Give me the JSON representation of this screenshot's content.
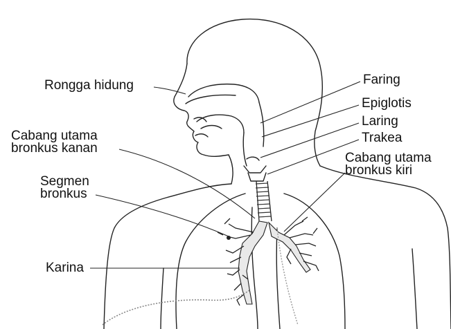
{
  "labels": {
    "rongga_hidung": "Rongga hidung",
    "faring": "Faring",
    "epiglotis": "Epiglotis",
    "laring": "Laring",
    "trakea": "Trakea",
    "cabang_kanan_1": "Cabang utama",
    "cabang_kanan_2": "bronkus kanan",
    "cabang_kiri_1": "Cabang utama",
    "cabang_kiri_2": "bronkus kiri",
    "segmen_1": "Segmen",
    "segmen_2": "bronkus",
    "karina": "Karina"
  },
  "colors": {
    "line": "#222222",
    "background": "#ffffff"
  }
}
